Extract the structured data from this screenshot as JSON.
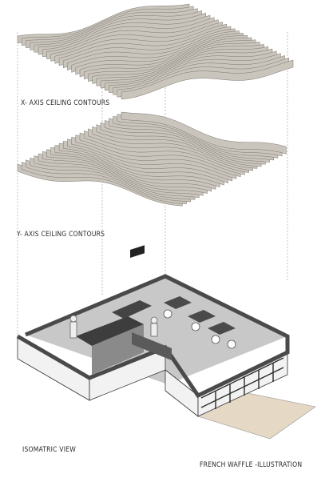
{
  "labels": {
    "x_axis": "X- AXIS CEILING CONTOURS",
    "y_axis": "Y- AXIS CEILING CONTOURS",
    "iso_view": "ISOMATRIC VIEW",
    "caption": "FRENCH WAFFLE -ILLUSTRATION"
  },
  "colors": {
    "fin_fill": "#c9c4bc",
    "fin_stroke": "#7d776f",
    "wall": "#f2f2f2",
    "wall_top": "#4a4a4a",
    "floor": "#c8c8c8",
    "ramp": "#e5d8c4",
    "guide_line": "#9a9a9a"
  }
}
